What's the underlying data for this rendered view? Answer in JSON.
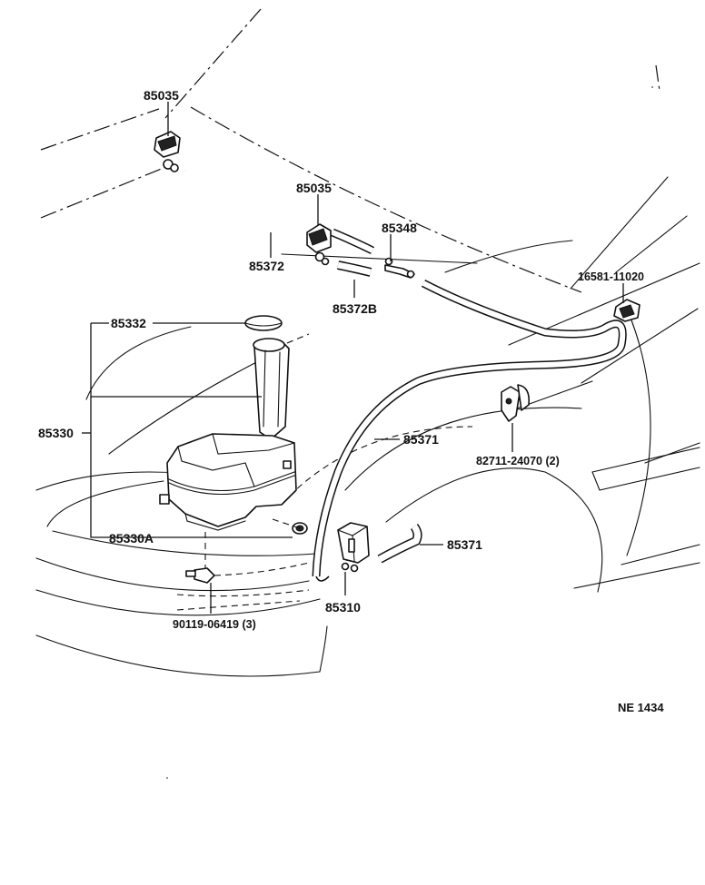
{
  "diagram": {
    "figure_code": "NE 1434",
    "labels": {
      "nozzle_left": "85035",
      "nozzle_center": "85035",
      "hose_upper": "85372",
      "joint": "85348",
      "hose_short": "85372B",
      "clip_upper": "16581-11020",
      "cap": "85332",
      "tank_assembly": "85330",
      "grommet": "85330A",
      "hose_long": "85371",
      "clamp": "82711-24070 (2)",
      "hose_lower": "85371",
      "pump": "85310",
      "bolt": "90119-06419 (3)"
    }
  }
}
